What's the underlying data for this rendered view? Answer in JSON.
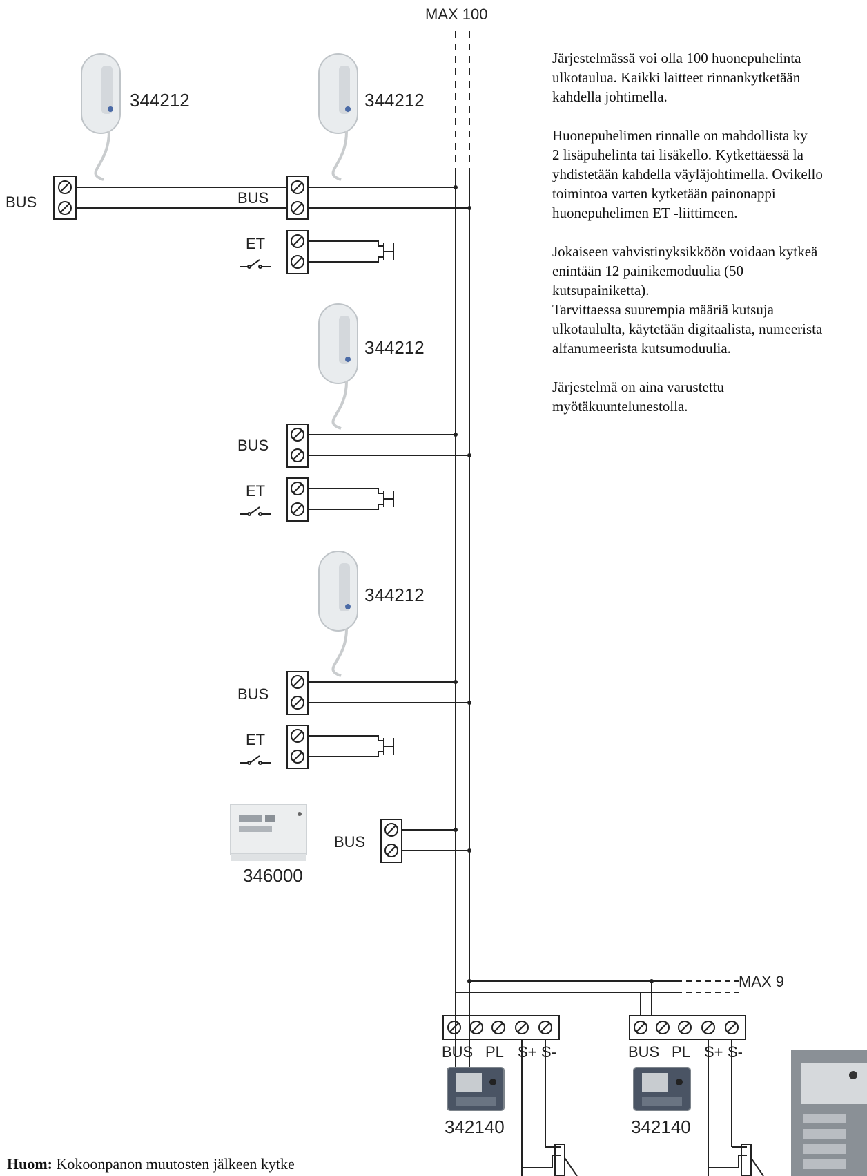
{
  "diagram": {
    "max_label": "MAX 100",
    "max_branch_label": "MAX 9",
    "handset_code": "344212",
    "power_unit_code": "346000",
    "panel_code": "342140",
    "bus_label": "BUS",
    "et_label": "ET",
    "terminal_labels": [
      "BUS",
      "PL",
      "S+",
      "S-"
    ]
  },
  "description": {
    "paragraphs": [
      [
        "Järjestelmässä voi olla 100 huonepuhelinta",
        "ulkotaulua. Kaikki laitteet rinnankytketään",
        "kahdella johtimella."
      ],
      [
        "Huonepuhelimen rinnalle on mahdollista ky",
        "2 lisäpuhelinta tai lisäkello. Kytkettäessä la",
        "yhdistetään kahdella väyläjohtimella. Ovikello",
        "toimintoa varten kytketään painonappi",
        "huonepuhelimen ET -liittimeen."
      ],
      [
        "Jokaiseen vahvistinyksikköön voidaan kytkeä",
        "enintään 12 painikemoduulia (50",
        "kutsupainiketta).",
        "Tarvittaessa suurempia määriä kutsuja",
        "ulkotaululta, käytetään digitaalista, numeerista",
        "alfanumeerista kutsumoduulia."
      ],
      [
        "Järjestelmä on aina varustettu",
        "myötäkuuntelunestolla."
      ]
    ]
  },
  "note": {
    "bold": "Huom:",
    "text": " Kokoonpanon muutosten jälkeen kytke"
  },
  "colors": {
    "line": "#222222",
    "handset_body": "#e9ecee",
    "handset_shadow": "#bfc4c8",
    "panel_dark": "#3c4654",
    "panel_frame": "#7e858c"
  }
}
